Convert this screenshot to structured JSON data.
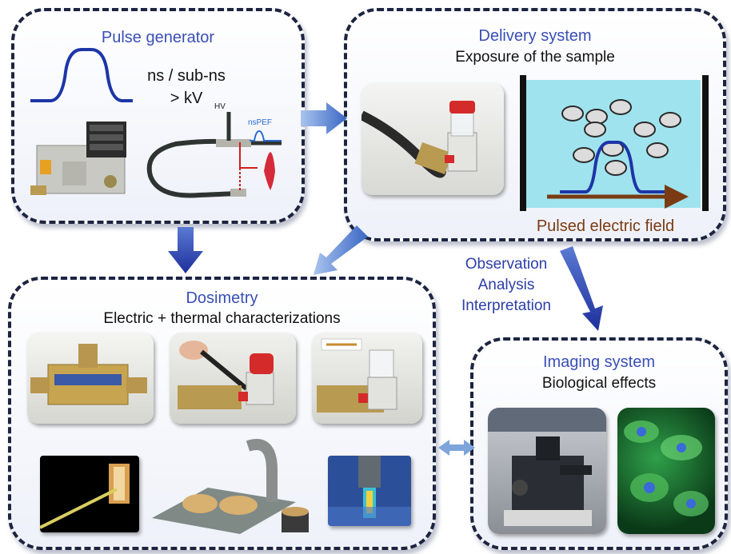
{
  "pulse_generator": {
    "title": "Pulse generator",
    "spec_line1": "ns / sub-ns",
    "spec_line2": "> kV",
    "hv_label": "HV",
    "nspef_label": "nsPEF"
  },
  "delivery_system": {
    "title": "Delivery system",
    "subtitle": "Exposure of the sample",
    "field_label": "Pulsed electric field"
  },
  "dosimetry": {
    "title": "Dosimetry",
    "subtitle": "Electric + thermal characterizations"
  },
  "imaging_system": {
    "title": "Imaging system",
    "subtitle": "Biological effects"
  },
  "flow_labels": [
    "Observation",
    "Analysis",
    "Interpretation"
  ],
  "colors": {
    "title_blue": "#3a4fb5",
    "arrow_blue": "#2437a6",
    "field_brown": "#7a3b12",
    "pulse_blue": "#1e35a8",
    "sample_cyan": "#9fe3ef"
  }
}
